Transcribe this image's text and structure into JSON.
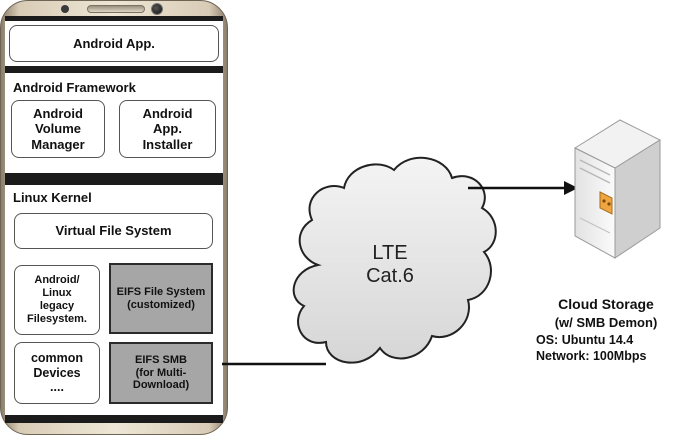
{
  "phone": {
    "app_label": "Android App.",
    "framework": {
      "title": "Android Framework",
      "volume_manager": "Android\nVolume\nManager",
      "app_installer": "Android\nApp.\nInstaller"
    },
    "kernel": {
      "title": "Linux Kernel",
      "vfs": "Virtual File System",
      "legacy_fs": "Android/\nLinux\nlegacy\nFilesystem.",
      "eifs_fs": "EIFS File System\n(customized)",
      "common_devices": "common\nDevices\n....",
      "eifs_smb": "EIFS SMB\n(for Multi-\nDownload)"
    }
  },
  "network": {
    "label": "LTE\nCat.6"
  },
  "server": {
    "title": "Cloud Storage",
    "subtitle": "(w/ SMB Demon)",
    "os": "OS: Ubuntu 14.4",
    "network": "Network: 100Mbps"
  }
}
